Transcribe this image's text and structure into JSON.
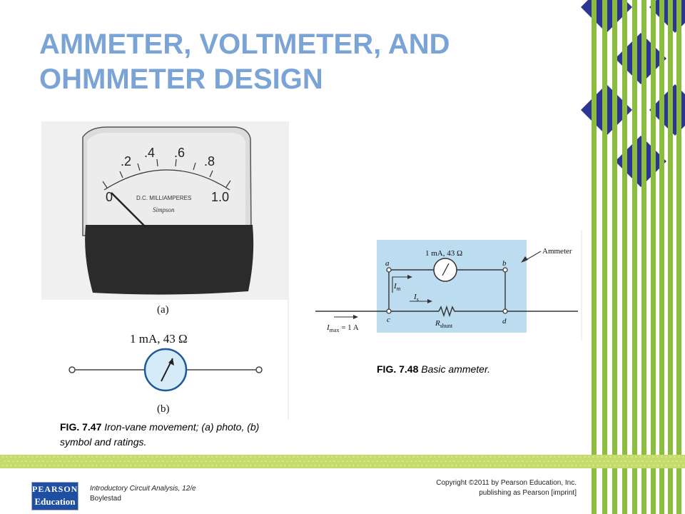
{
  "slide": {
    "title_line1": "AMMETER, VOLTMETER, AND",
    "title_line2": "OHMMETER DESIGN"
  },
  "fig47": {
    "meter_scale": [
      "0",
      ".2",
      ".4",
      ".6",
      ".8",
      "1.0"
    ],
    "meter_face_label": "D.C. MILLIAMPERES",
    "meter_brand": "Simpson",
    "label_a": "(a)",
    "rating": "1 mA, 43 Ω",
    "label_b": "(b)",
    "caption_id": "FIG. 7.47",
    "caption_text": " Iron-vane movement; (a) photo, (b) symbol and ratings."
  },
  "fig48": {
    "rating": "1 mA, 43 Ω",
    "node_a": "a",
    "node_b": "b",
    "node_c": "c",
    "node_d": "d",
    "ammeter_label": "Ammeter",
    "im_label": "I",
    "im_sub": "m",
    "is_label": "I",
    "is_sub": "s",
    "imax_label": "I",
    "imax_sub": "max",
    "imax_value": " = 1 A",
    "rshunt_label": "R",
    "rshunt_sub": "shunt",
    "caption_id": "FIG. 7.48",
    "caption_text": " Basic ammeter."
  },
  "footer": {
    "book_title": "Introductory Circuit Analysis, 12/e",
    "author": "Boylestad",
    "copyright": "Copyright ©2011 by Pearson Education, Inc.",
    "publisher": "publishing as Pearson [imprint]",
    "logo_top": "PEARSON",
    "logo_bottom": "Education"
  },
  "colors": {
    "title": "#7ba4d6",
    "stripe_green": "#8cbd3f",
    "diamond_blue": "#2d3592",
    "bottom_bar": "#c6dc6a",
    "schematic_bg": "#bcdcf0",
    "meter_symbol_fill": "#d6ebf8",
    "meter_symbol_stroke": "#1f5a96"
  }
}
